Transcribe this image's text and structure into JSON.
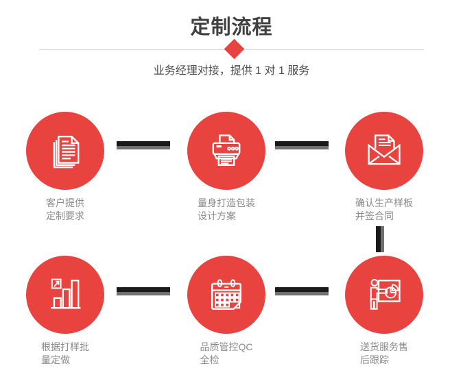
{
  "header": {
    "title": "定制流程",
    "subtitle": "业务经理对接，提供 1 对 1 服务"
  },
  "colors": {
    "accent": "#e8433f",
    "title_text": "#404040",
    "subtitle_text": "#4d4d4d",
    "label_text": "#8a8a8a",
    "divider": "#d6d6d6",
    "connector_dark": "#1a1a1a",
    "connector_light": "#707070",
    "icon_stroke": "#ffffff",
    "background": "#ffffff"
  },
  "steps": [
    {
      "icon": "documents-icon",
      "label_line1": "客户提供",
      "label_line2": "定制要求"
    },
    {
      "icon": "printer-icon",
      "label_line1": "量身打造包装",
      "label_line2": "设计方案"
    },
    {
      "icon": "envelope-icon",
      "label_line1": "确认生产样板",
      "label_line2": "并签合同"
    },
    {
      "icon": "bar-chart-icon",
      "label_line1": "根据打样批",
      "label_line2": "量定做"
    },
    {
      "icon": "calendar-icon",
      "label_line1": "品质管控QC",
      "label_line2": "全检"
    },
    {
      "icon": "presentation-icon",
      "label_line1": "送货服务售",
      "label_line2": "后跟踪"
    }
  ]
}
